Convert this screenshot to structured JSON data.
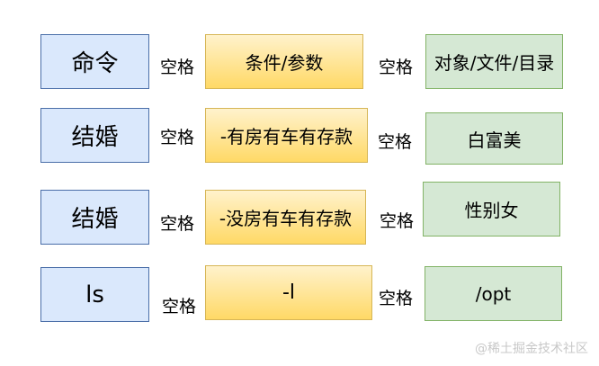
{
  "separator_label": "空格",
  "rows": [
    {
      "command": "命令",
      "option": "条件/参数",
      "target": "对象/文件/目录"
    },
    {
      "command": "结婚",
      "option": "-有房有车有存款",
      "target": "白富美"
    },
    {
      "command": "结婚",
      "option": "-没房有车有存款",
      "target": "性别女"
    },
    {
      "command": "ls",
      "option": "-l",
      "target": "/opt"
    }
  ],
  "watermark": "@稀土掘金技术社区",
  "colors": {
    "command_fill": "#dae8fc",
    "command_border": "#4a6ea8",
    "option_fill_top": "#fff2cc",
    "option_fill_bottom": "#ffd966",
    "option_border": "#d6b656",
    "target_fill": "#d5e8d4",
    "target_border": "#82b366"
  }
}
